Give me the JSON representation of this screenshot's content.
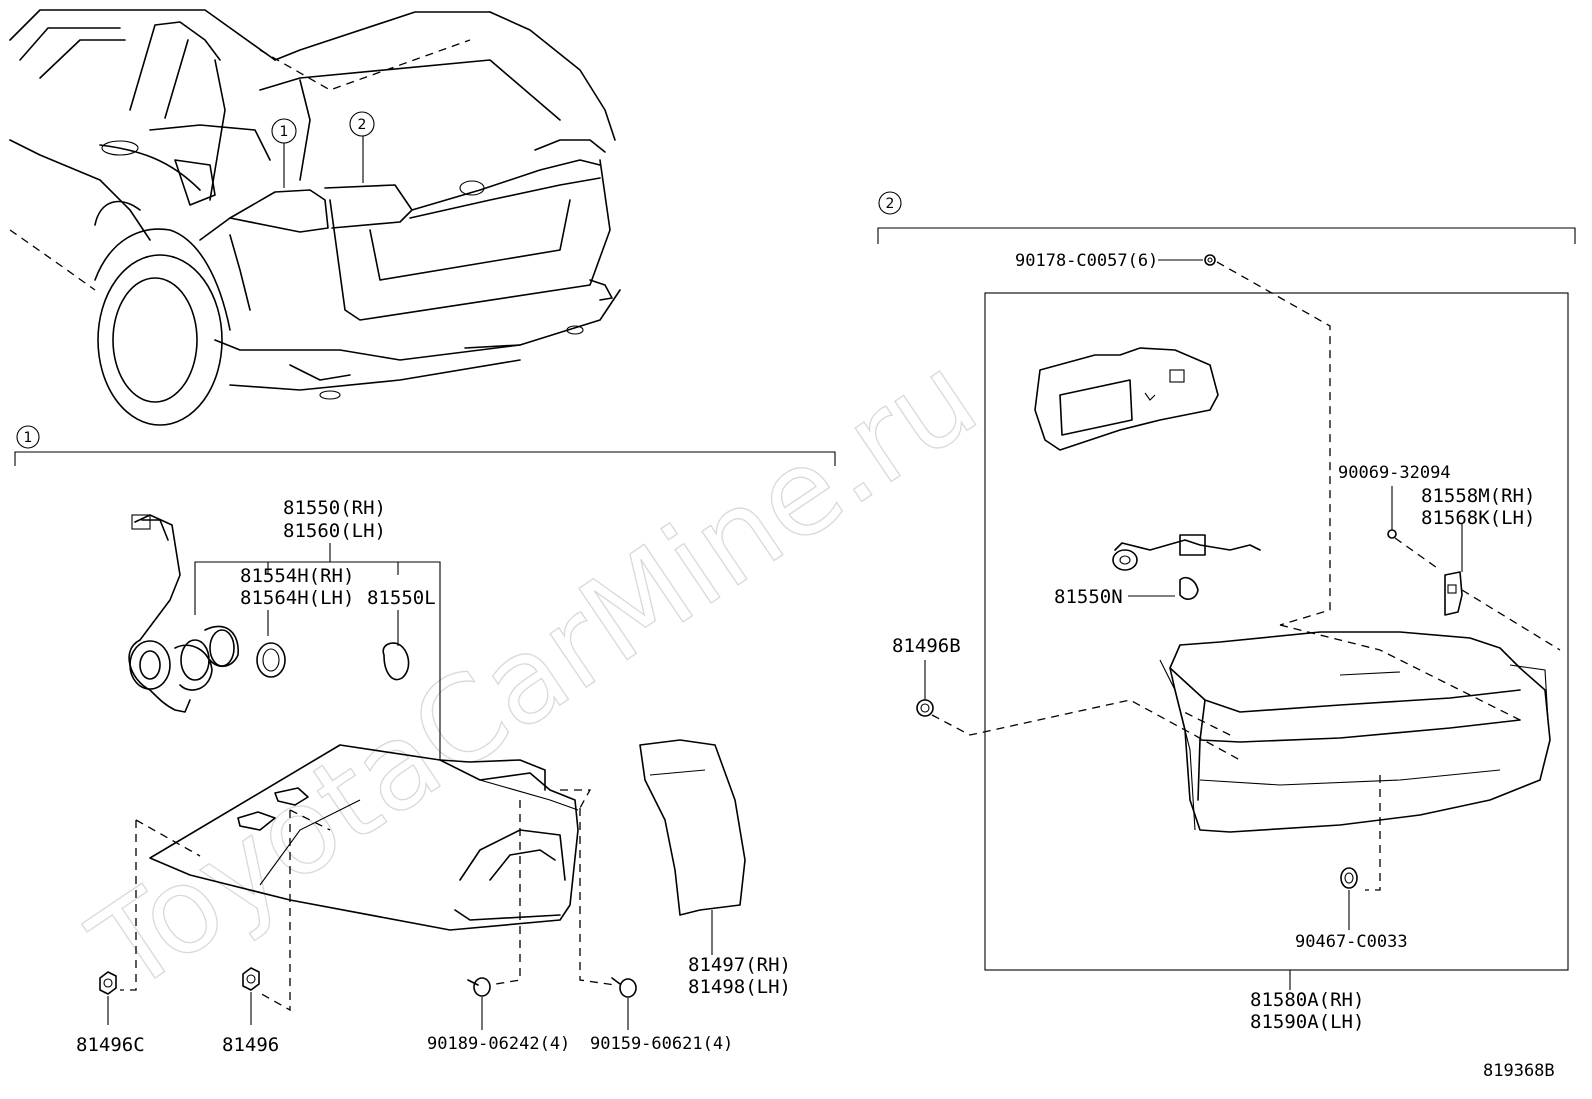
{
  "watermark": "ToyotaCarMine.ru",
  "drawing_code": "819368B",
  "callouts": [
    "1",
    "2"
  ],
  "section1": {
    "marker": "1",
    "parts": {
      "socket_assy": [
        "81550(RH)",
        "81560(LH)"
      ],
      "socket_sub": [
        "81554H(RH)",
        "81564H(LH)"
      ],
      "bulb": "81550L",
      "lens_cover": [
        "81497(RH)",
        "81498(LH)"
      ],
      "clip_c": "81496C",
      "clip": "81496",
      "screw_a": "90189-06242(4)",
      "screw_b": "90159-60621(4)"
    }
  },
  "section2": {
    "marker": "2",
    "parts": {
      "screw_top": "90178-C0057(6)",
      "screw_small": "90069-32094",
      "bracket": [
        "81558M(RH)",
        "81568K(LH)"
      ],
      "bulb_socket": "81550N",
      "clip": "81496B",
      "nut": "90467-C0033",
      "lamp_assy": [
        "81580A(RH)",
        "81590A(LH)"
      ]
    }
  }
}
